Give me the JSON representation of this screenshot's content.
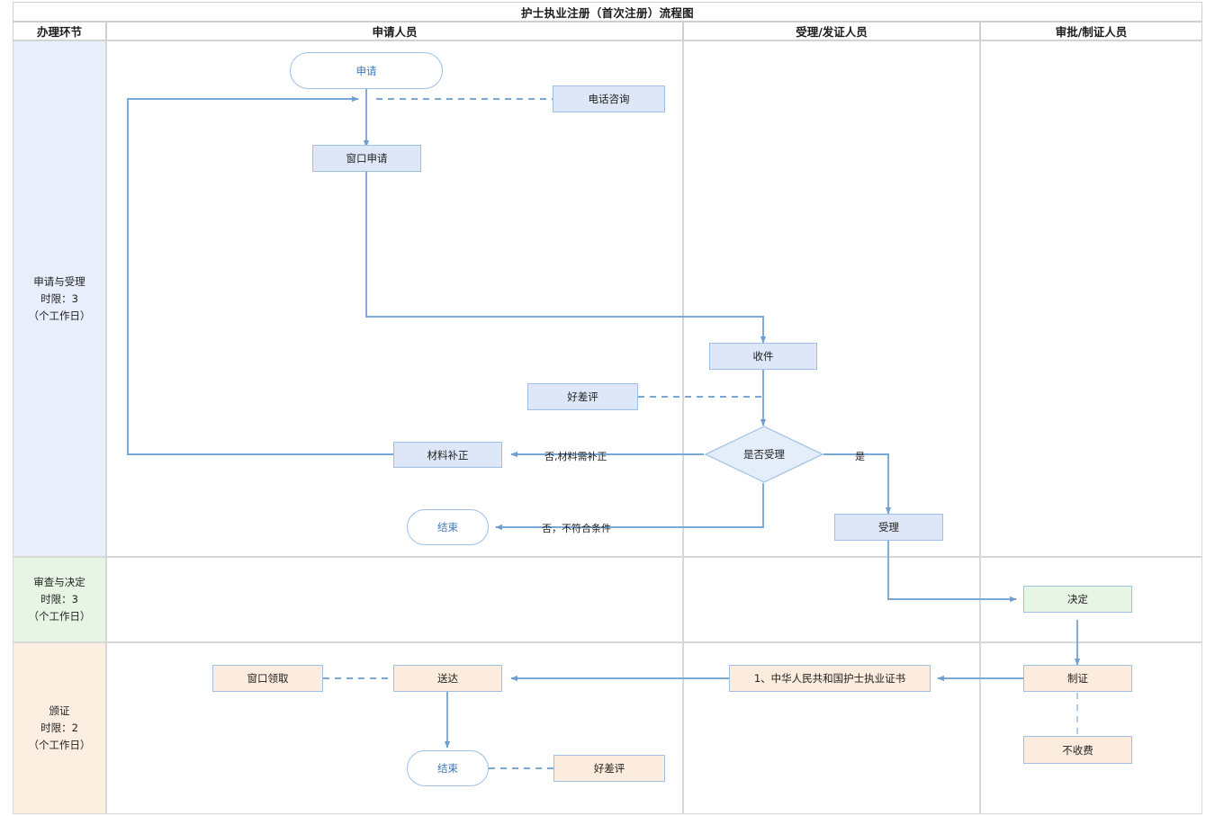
{
  "title": "护士执业注册（首次注册）流程图",
  "columns": [
    {
      "key": "stage",
      "label": "办理环节"
    },
    {
      "key": "apply",
      "label": "申请人员"
    },
    {
      "key": "accept",
      "label": "受理/发证人员"
    },
    {
      "key": "approve",
      "label": "审批/制证人员"
    }
  ],
  "stages": [
    {
      "name": "申请与受理",
      "limit": "时限：3",
      "unit": "（个工作日）",
      "color": "#e8eefb"
    },
    {
      "name": "审查与决定",
      "limit": "时限：3",
      "unit": "（个工作日）",
      "color": "#e6f5e4"
    },
    {
      "name": "颁证",
      "limit": "时限：2",
      "unit": "（个工作日）",
      "color": "#fdeee2"
    }
  ],
  "nodes": {
    "apply": "申请",
    "phone": "电话咨询",
    "window_apply": "窗口申请",
    "receive": "收件",
    "review_good": "好差评",
    "material_fix": "材料补正",
    "decide_accept": "是否受理",
    "end_1": "结束",
    "accept": "受理",
    "decision": "决定",
    "make_cert": "制证",
    "cert_item": "1、中华人民共和国护士执业证书",
    "deliver": "送达",
    "window_pick": "窗口领取",
    "end_2": "结束",
    "review_good_2": "好差评",
    "no_fee": "不收费"
  },
  "edge_labels": {
    "need_fix": "否,材料需补正",
    "yes": "是",
    "not_qualify": "否，不符合条件"
  },
  "colors": {
    "node_blue": "#dde7f7",
    "node_green": "#e6f5e4",
    "node_peach": "#fcecdd",
    "node_border": "#9fc0e4",
    "connector": "#7aa8d6",
    "terminal_text": "#3a7bc0",
    "stage_blue": "#e8eefb",
    "stage_green": "#e6f5e4",
    "stage_peach": "#fdeee2"
  }
}
